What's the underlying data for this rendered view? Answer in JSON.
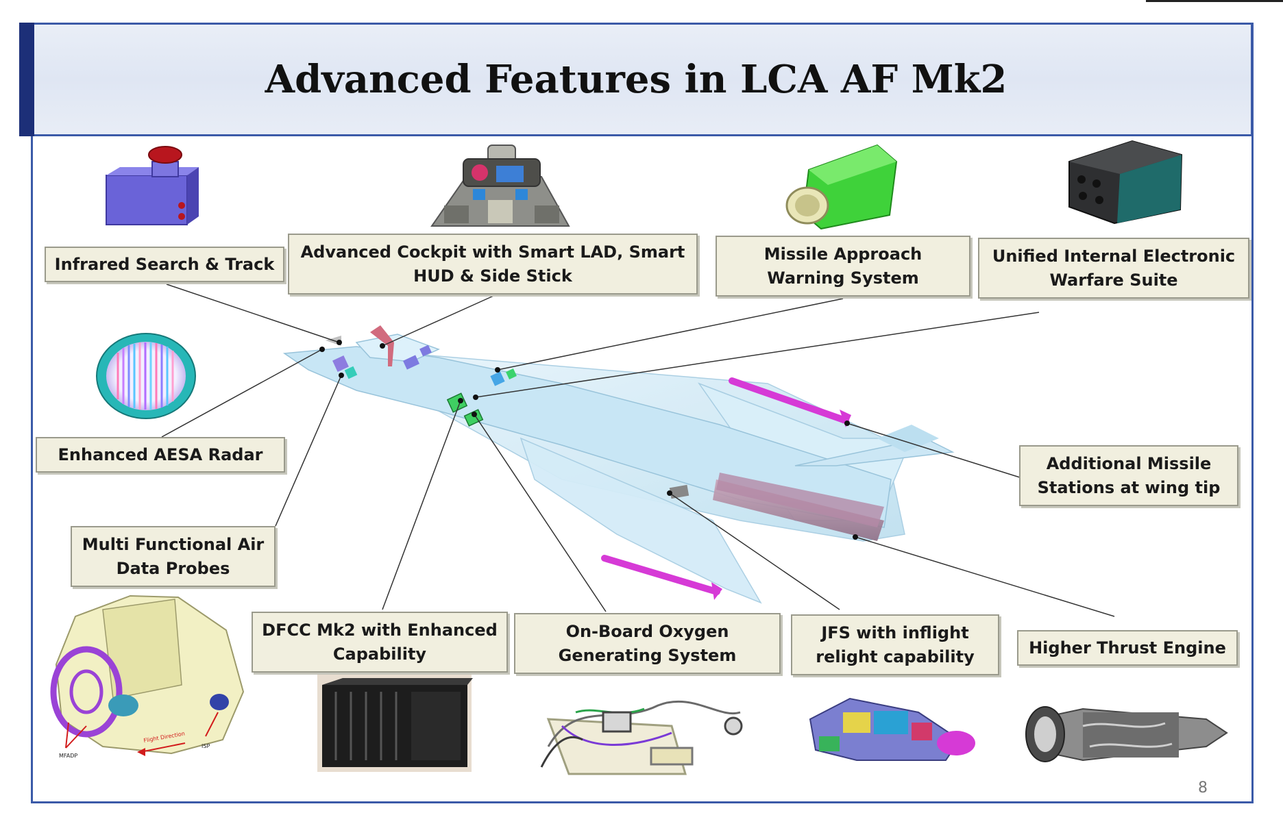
{
  "slide": {
    "title": "Advanced Features in LCA AF Mk2",
    "page_number": "8"
  },
  "features": {
    "irst": "Infrared Search & Track",
    "cockpit": "Advanced Cockpit with Smart LAD, Smart HUD & Side Stick",
    "maws": "Missile Approach Warning System",
    "ew_suite": "Unified Internal Electronic Warfare Suite",
    "aesa": "Enhanced AESA Radar",
    "missile_stations": "Additional Missile Stations at wing tip",
    "air_data_probes": "Multi Functional Air Data Probes",
    "dfcc": "DFCC  Mk2 with Enhanced Capability",
    "obogs": "On-Board Oxygen Generating System",
    "jfs": "JFS with inflight relight capability",
    "engine": "Higher Thrust Engine"
  },
  "inset_labels": {
    "mfadp": "MFADP",
    "flight_direction": "Flight Direction",
    "isp": "ISP"
  },
  "colors": {
    "frame": "#3b5aa8",
    "title_band": "#dfe6f3",
    "label_bg": "#f1efdf",
    "aircraft_body": "#cfe9f6",
    "missile": "#d63ad6"
  }
}
